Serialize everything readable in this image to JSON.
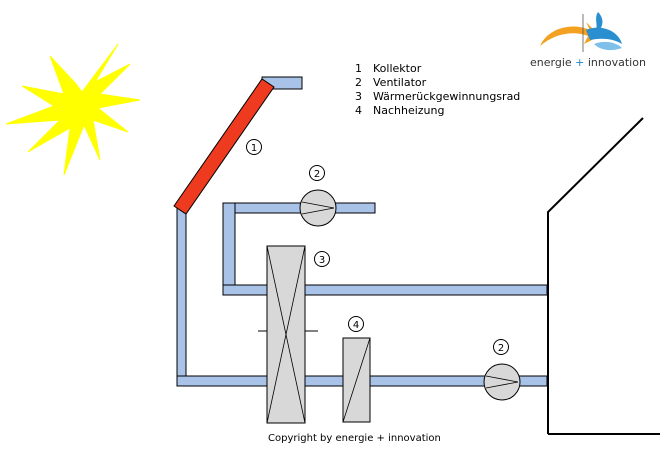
{
  "legend": [
    {
      "num": "1",
      "label": "Kollektor"
    },
    {
      "num": "2",
      "label": "Ventilator"
    },
    {
      "num": "3",
      "label": "Wärmerückgewinnungsrad"
    },
    {
      "num": "4",
      "label": "Nachheizung"
    }
  ],
  "markers": {
    "collector": "1",
    "fan_top": "2",
    "wheel": "3",
    "heater": "4",
    "fan_bottom": "2"
  },
  "logo": {
    "part1": "energie",
    "plus": "+",
    "part2": "innovation"
  },
  "copyright": "Copyright by energie + innovation",
  "colors": {
    "duct": "#a9c2e8",
    "collector": "#ee3a1e",
    "sun": "#ffff00",
    "device": "#d8d8d8",
    "logo_orange": "#f4a020",
    "logo_blue": "#2a8fd0"
  }
}
